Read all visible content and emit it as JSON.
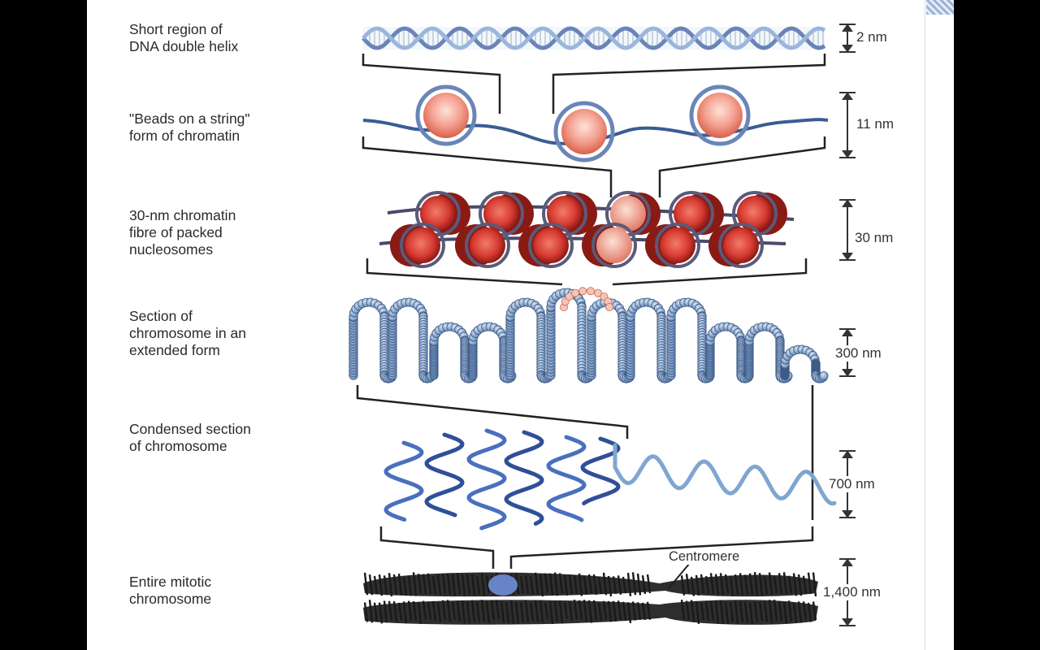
{
  "labels": {
    "dna": "Short region of\nDNA double helix",
    "beads": "\"Beads on a string\"\nform of chromatin",
    "fibre": "30-nm chromatin\nfibre of packed\nnucleosomes",
    "extended": "Section of\nchromosome in an\nextended form",
    "condensed": "Condensed section\nof chromosome",
    "mitotic": "Entire mitotic\nchromosome"
  },
  "scales": {
    "dna": "2 nm",
    "beads": "11 nm",
    "fibre": "30 nm",
    "extended": "300 nm",
    "condensed": "700 nm",
    "mitotic": "1,400 nm"
  },
  "annotations": {
    "centromere": "Centromere"
  },
  "colors": {
    "nucleosome": "#e0453c",
    "nucleosome_light": "#f4a090",
    "dna_strand": "#3b5a90",
    "extended_bead": "#7a9cc6",
    "condensed": "#3b5da8",
    "chromosome": "#2a2a2a",
    "centromere_mark": "#4a7bd8"
  }
}
